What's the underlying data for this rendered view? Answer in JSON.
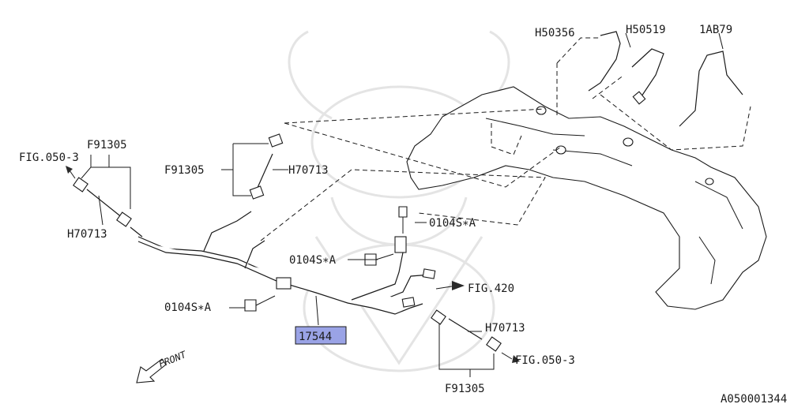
{
  "diagram": {
    "labels": {
      "fig_050_3_left": "FIG.050-3",
      "f91305_top_left": "F91305",
      "h70713_left": "H70713",
      "f91305_mid": "F91305",
      "h70713_mid": "H70713",
      "h50356": "H50356",
      "h50519": "H50519",
      "ab79": "1AB79",
      "bolt_upper": "0104S∗A",
      "bolt_mid": "0104S∗A",
      "bolt_lower": "0104S∗A",
      "fig_420": "FIG.420",
      "h70713_right": "H70713",
      "fig_050_3_right": "FIG.050-3",
      "f91305_bottom": "F91305",
      "part_17544": "17544",
      "front": "FRONT",
      "diagram_code": "A050001344"
    },
    "colors": {
      "highlight": "#9aa3e6",
      "line": "#1a1a1a",
      "watermark": "#e4e4e4"
    }
  }
}
